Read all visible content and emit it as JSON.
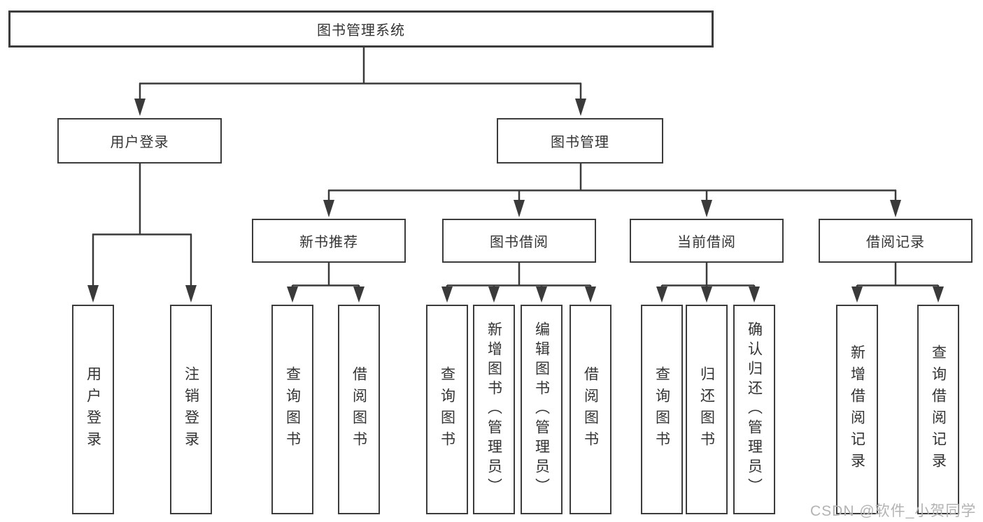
{
  "diagram": {
    "title": "图书管理系统",
    "branches": [
      {
        "label": "用户登录",
        "children": [
          "用户登录",
          "注销登录"
        ]
      },
      {
        "label": "图书管理",
        "sections": [
          {
            "label": "新书推荐",
            "children": [
              "查询图书",
              "借阅图书"
            ]
          },
          {
            "label": "图书借阅",
            "children": [
              "查询图书",
              "新增图书（管理员）",
              "编辑图书（管理员）",
              "借阅图书"
            ]
          },
          {
            "label": "当前借阅",
            "children": [
              "查询图书",
              "归还图书",
              "确认归还（管理员）"
            ]
          },
          {
            "label": "借阅记录",
            "children": [
              "新增借阅记录",
              "查询借阅记录"
            ]
          }
        ]
      }
    ]
  },
  "watermark": "CSDN @软件_小贺同学",
  "colors": {
    "line": "#3a3a3a",
    "box_border": "#3c3c3c",
    "text": "#333333",
    "watermark": "#b3b3b3",
    "background": "#ffffff"
  }
}
